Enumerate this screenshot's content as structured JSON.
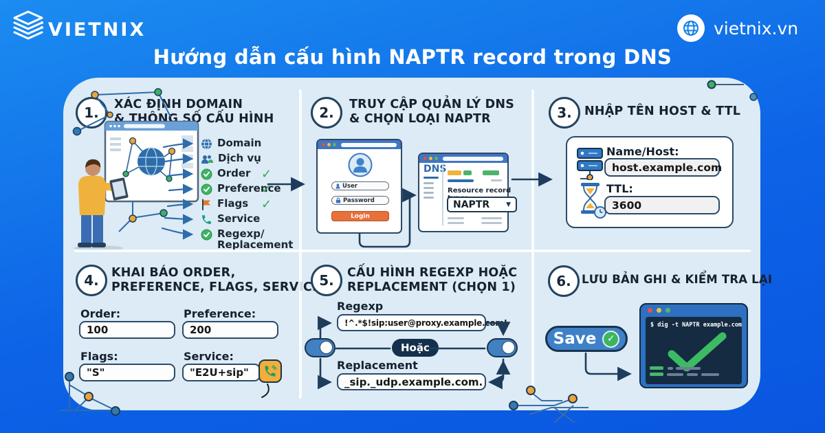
{
  "header": {
    "brand": "VIETNIX",
    "site": "vietnix.vn",
    "title": "Hướng dẫn cấu hình NAPTR record trong DNS"
  },
  "icons": {
    "check": "✓",
    "caret": "▼"
  },
  "colors": {
    "background_blue": "#0d63e6",
    "panel": "#dcebf5",
    "accent_orange": "#e8703a",
    "success_green": "#3cb561",
    "navy": "#16334f"
  },
  "steps": [
    {
      "num": "1.",
      "l1": "XÁC ĐỊNH DOMAIN",
      "l2": "& THÔNG SỐ CẤU HÌNH"
    },
    {
      "num": "2.",
      "l1": "TRUY CẬP QUẢN LÝ DNS",
      "l2": "& CHỌN LOẠI NAPTR"
    },
    {
      "num": "3.",
      "l1": "NHẬP TÊN HOST & TTL",
      "l2": ""
    },
    {
      "num": "4.",
      "l1": "KHAI BÁO ORDER,",
      "l2": "PREFERENCE, FLAGS, SERVICE"
    },
    {
      "num": "5.",
      "l1": "CẤU HÌNH REGEXP HOẶC",
      "l2": "REPLACEMENT (CHỌN 1)"
    },
    {
      "num": "6.",
      "l1": "LƯU BẢN GHI & KIỂM TRA LẠI",
      "l2": ""
    }
  ],
  "s1": {
    "items": [
      "Domain",
      "Dịch vụ",
      "Order",
      "Preference",
      "Flags",
      "Service",
      "Regexp/",
      "Replacement"
    ]
  },
  "s2": {
    "login": {
      "user": "User",
      "password": "Password",
      "button": "Login"
    },
    "dns": {
      "name": "DNS",
      "record_type_label": "Resource record type:",
      "selected": "NAPTR"
    }
  },
  "s3": {
    "name_label": "Name/Host:",
    "name_value": "host.example.com",
    "ttl_label": "TTL:",
    "ttl_value": "3600"
  },
  "s4": {
    "fields": [
      {
        "label": "Order:",
        "value": "100"
      },
      {
        "label": "Preference:",
        "value": "200"
      },
      {
        "label": "Flags:",
        "value": "\"S\""
      },
      {
        "label": "Service:",
        "value": "\"E2U+sip\""
      }
    ]
  },
  "s5": {
    "regexp_label": "Regexp",
    "regexp_value": "!^.*$!sip:user@proxy.example.com!",
    "or": "Hoặc",
    "replacement_label": "Replacement",
    "replacement_value": "_sip._udp.example.com."
  },
  "s6": {
    "save": "Save",
    "command": "$ dig -t NAPTR example.com"
  }
}
